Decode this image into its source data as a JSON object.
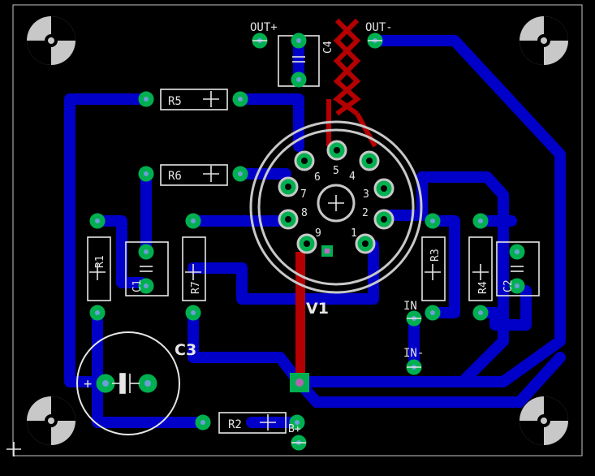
{
  "board": {
    "colors": {
      "background": "#000000",
      "bottom_trace": "#0000c8",
      "top_trace": "#b40000",
      "pad": "#00b050",
      "silkscreen": "#e6e6e6",
      "outline": "#c8c8c8"
    }
  },
  "labels": {
    "out_plus": "OUT+",
    "out_minus": "OUT-",
    "c4": "C4",
    "r5": "R5",
    "r6": "R6",
    "r1": "R1",
    "c1": "C1",
    "r7": "R7",
    "r3": "R3",
    "r4": "R4",
    "c2": "C2",
    "v1": "V1",
    "c3": "C3",
    "in": "IN",
    "in_minus": "IN-",
    "r2": "R2",
    "b_plus": "B+",
    "pin1": "1",
    "pin2": "2",
    "pin3": "3",
    "pin4": "4",
    "pin5": "5",
    "pin6": "6",
    "pin7": "7",
    "pin8": "8",
    "pin9": "9",
    "c3_plus": "+"
  }
}
